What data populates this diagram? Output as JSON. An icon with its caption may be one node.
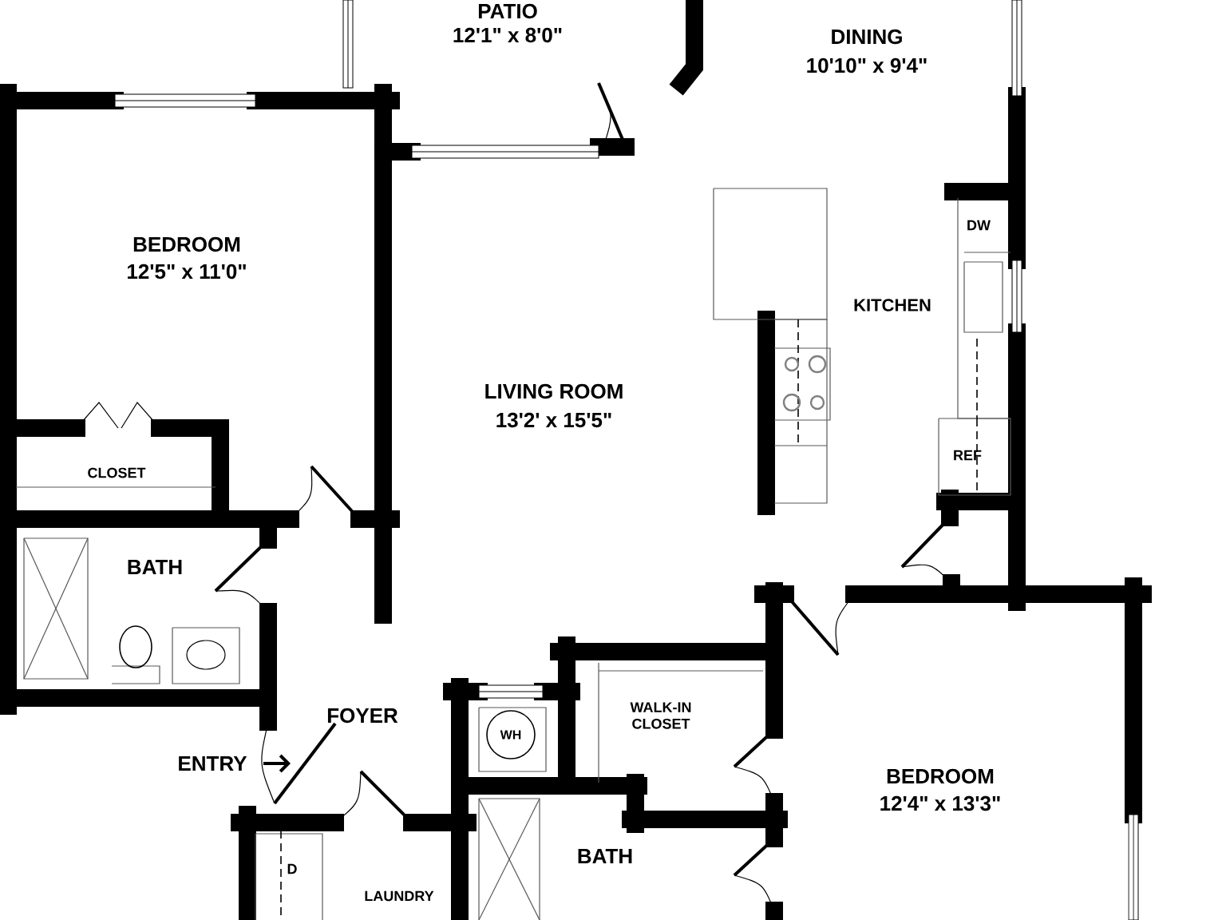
{
  "diagram": {
    "labels": [
      "PATIO",
      "12'1\" x 8'0\"",
      "DINING",
      "10'10\" x 9'4\"",
      "BEDROOM",
      "12'5\" x 11'0\"",
      "DW",
      "KITCHEN",
      "LIVING ROOM",
      "13'2' x 15'5\"",
      "CLOSET",
      "REF",
      "BATH",
      "FOYER",
      "WH",
      "WALK-IN CLOSET",
      "ENTRY",
      "BEDROOM",
      "12'4\" x 13'3\"",
      "D",
      "BATH",
      "LAUNDRY"
    ]
  }
}
